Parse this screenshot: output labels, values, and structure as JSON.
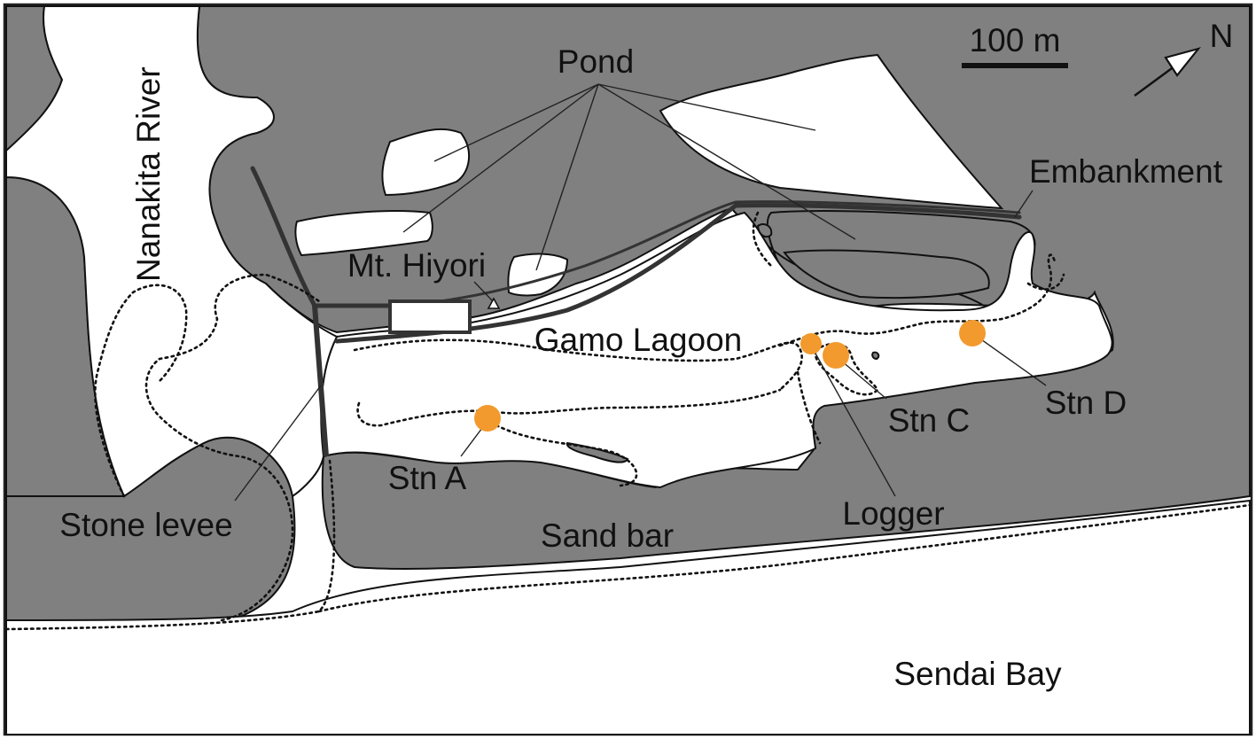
{
  "colors": {
    "land": "#808080",
    "water": "#ffffff",
    "station": "#f29a2e",
    "road": "#333333",
    "border": "#222222"
  },
  "labels": {
    "river": "Nanakita River",
    "pond": "Pond",
    "mt_hiyori": "Mt. Hiyori",
    "lagoon": "Gamo Lagoon",
    "embankment": "Embankment",
    "stone_levee": "Stone levee",
    "sand_bar": "Sand bar",
    "logger": "Logger",
    "bay": "Sendai Bay"
  },
  "stations": [
    {
      "name": "Stn A"
    },
    {
      "name": "Stn C"
    },
    {
      "name": "Stn D"
    }
  ],
  "scale_bar": {
    "label": "100 m"
  },
  "north_arrow": {
    "label": "N",
    "icon": "north-arrow-icon"
  },
  "summit_marker": {
    "icon": "triangle-summit-icon"
  }
}
